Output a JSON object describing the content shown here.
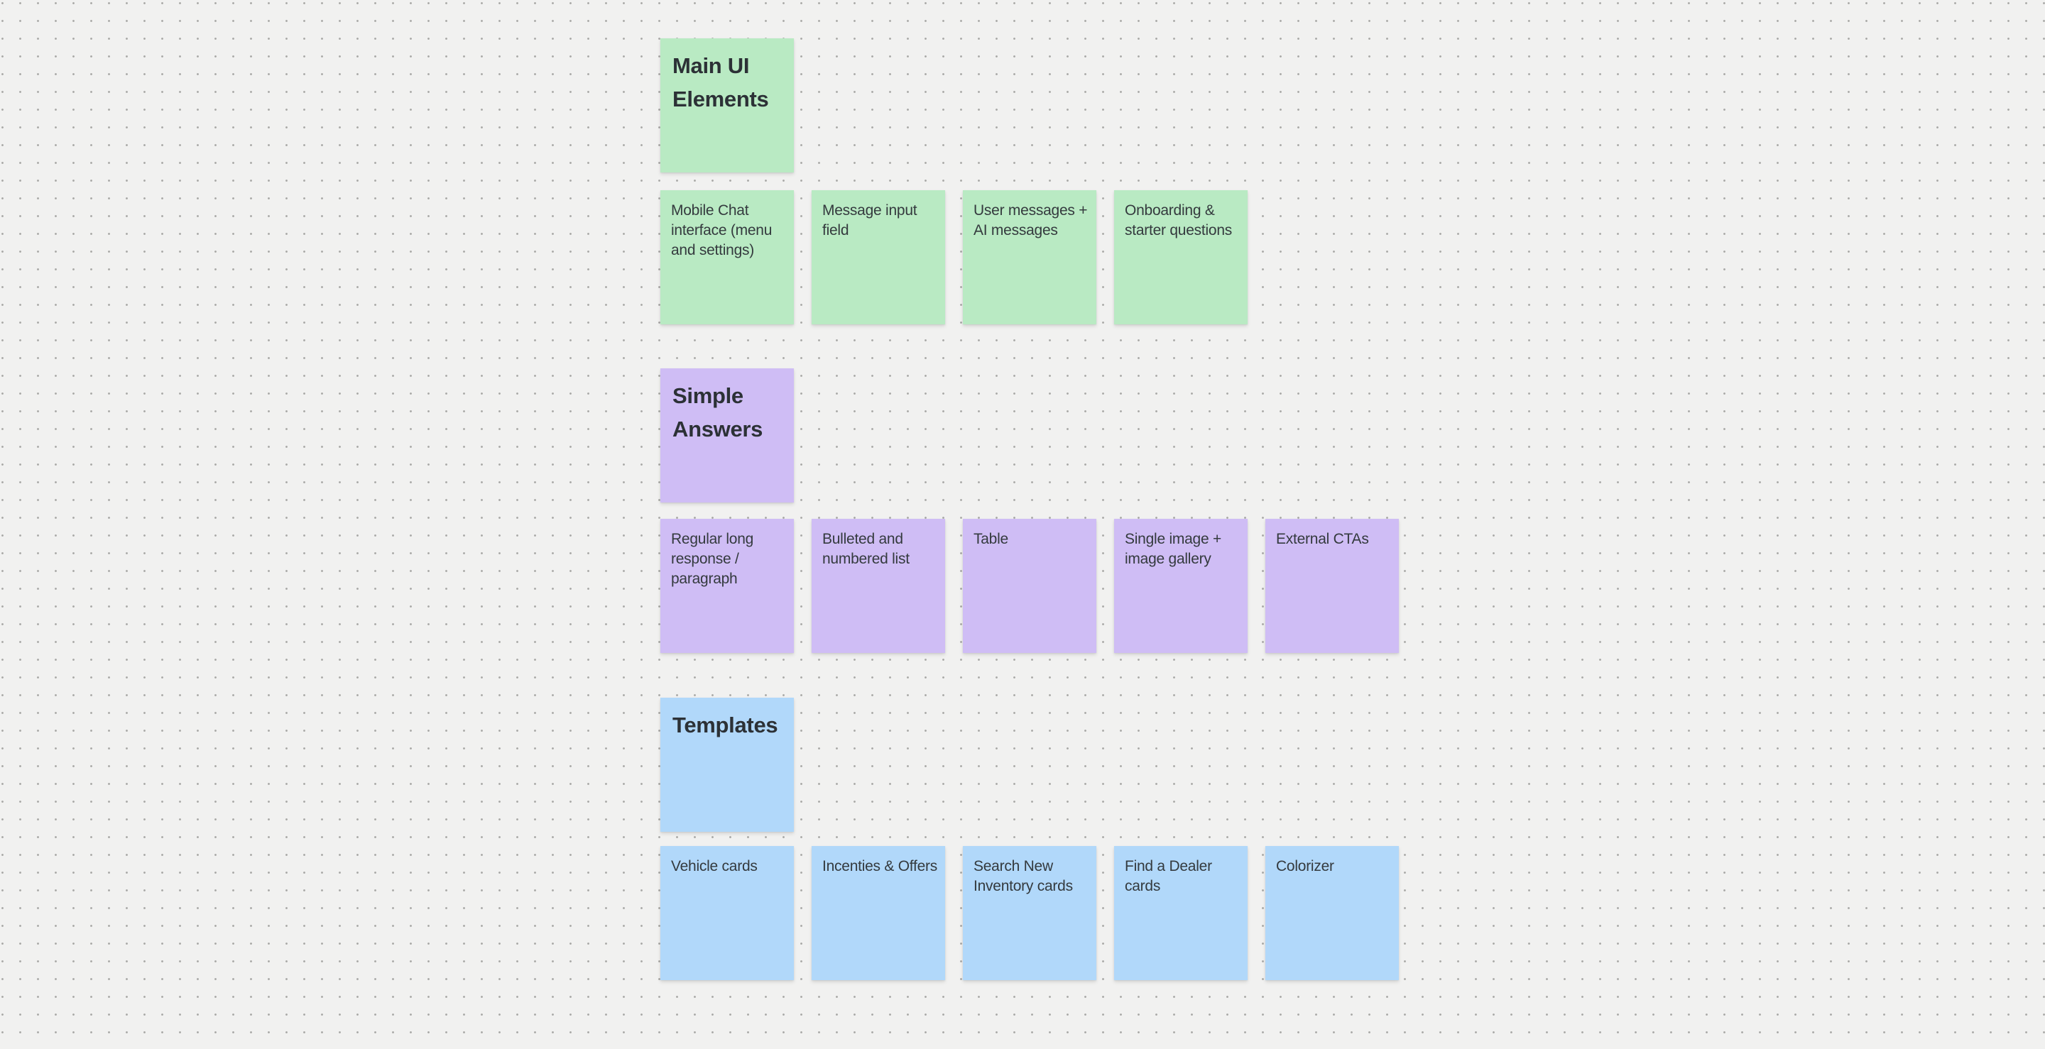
{
  "canvas": {
    "background_color": "#f1f1f0",
    "dot_grid_color": "#a9a9a7"
  },
  "sections": [
    {
      "title": "Main UI Elements",
      "color": "#b9eac3",
      "notes": [
        "Mobile Chat interface (menu and settings)",
        "Message input field",
        "User messages + AI messages",
        "Onboarding & starter questions"
      ]
    },
    {
      "title": "Simple Answers",
      "color": "#cfbdf5",
      "notes": [
        "Regular long response / paragraph",
        "Bulleted and numbered list",
        "Table",
        "Single image + image gallery",
        "External CTAs"
      ]
    },
    {
      "title": "Templates",
      "color": "#b1d8fa",
      "notes": [
        "Vehicle cards",
        "Incenties & Offers",
        "Search New Inventory cards",
        "Find a Dealer cards",
        "Colorizer"
      ]
    }
  ]
}
